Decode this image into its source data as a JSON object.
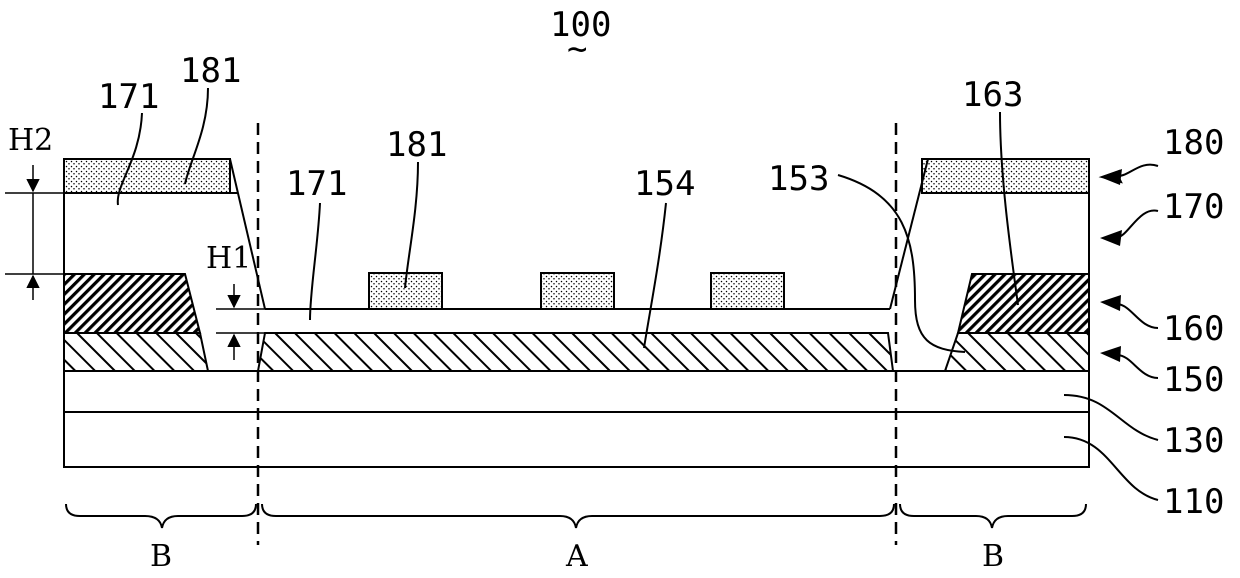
{
  "figure": {
    "title": "100",
    "title_mark": "~",
    "dim_labels": {
      "h1": "H1",
      "h2": "H2"
    },
    "region_labels": {
      "left": "B",
      "center": "A",
      "right": "B"
    },
    "ref_labels": {
      "l171_left": "171",
      "l181_left": "181",
      "l171_mid": "171",
      "l181_mid": "181",
      "l154": "154",
      "l153": "153",
      "l163": "163",
      "l180": "180",
      "l170": "170",
      "l160": "160",
      "l150": "150",
      "l130": "130",
      "l110": "110"
    }
  }
}
